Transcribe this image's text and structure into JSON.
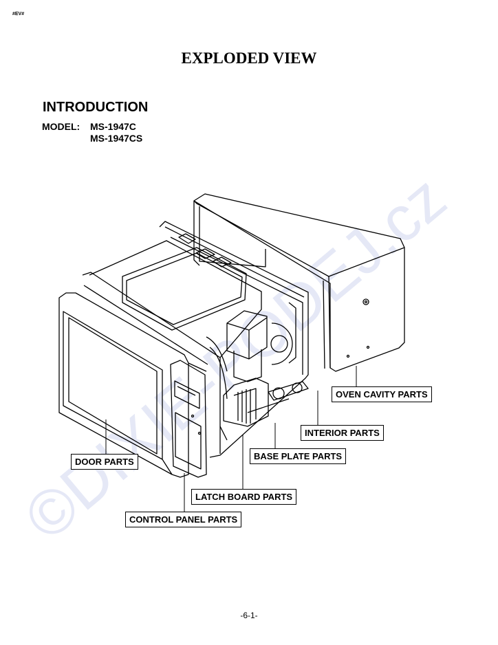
{
  "header_tag": "#EV#",
  "title": "EXPLODED VIEW",
  "section": "INTRODUCTION",
  "model": {
    "label": "MODEL:",
    "numbers": [
      "MS-1947C",
      "MS-1947CS"
    ]
  },
  "callouts": {
    "oven_cavity": "OVEN CAVITY PARTS",
    "interior": "INTERIOR PARTS",
    "base_plate": "BASE PLATE PARTS",
    "door": "DOOR PARTS",
    "latch_board": "LATCH BOARD PARTS",
    "control_panel": "CONTROL PANEL PARTS"
  },
  "watermark": "©DIXIE-PODEJ.cz",
  "page_number": "-6-1-"
}
